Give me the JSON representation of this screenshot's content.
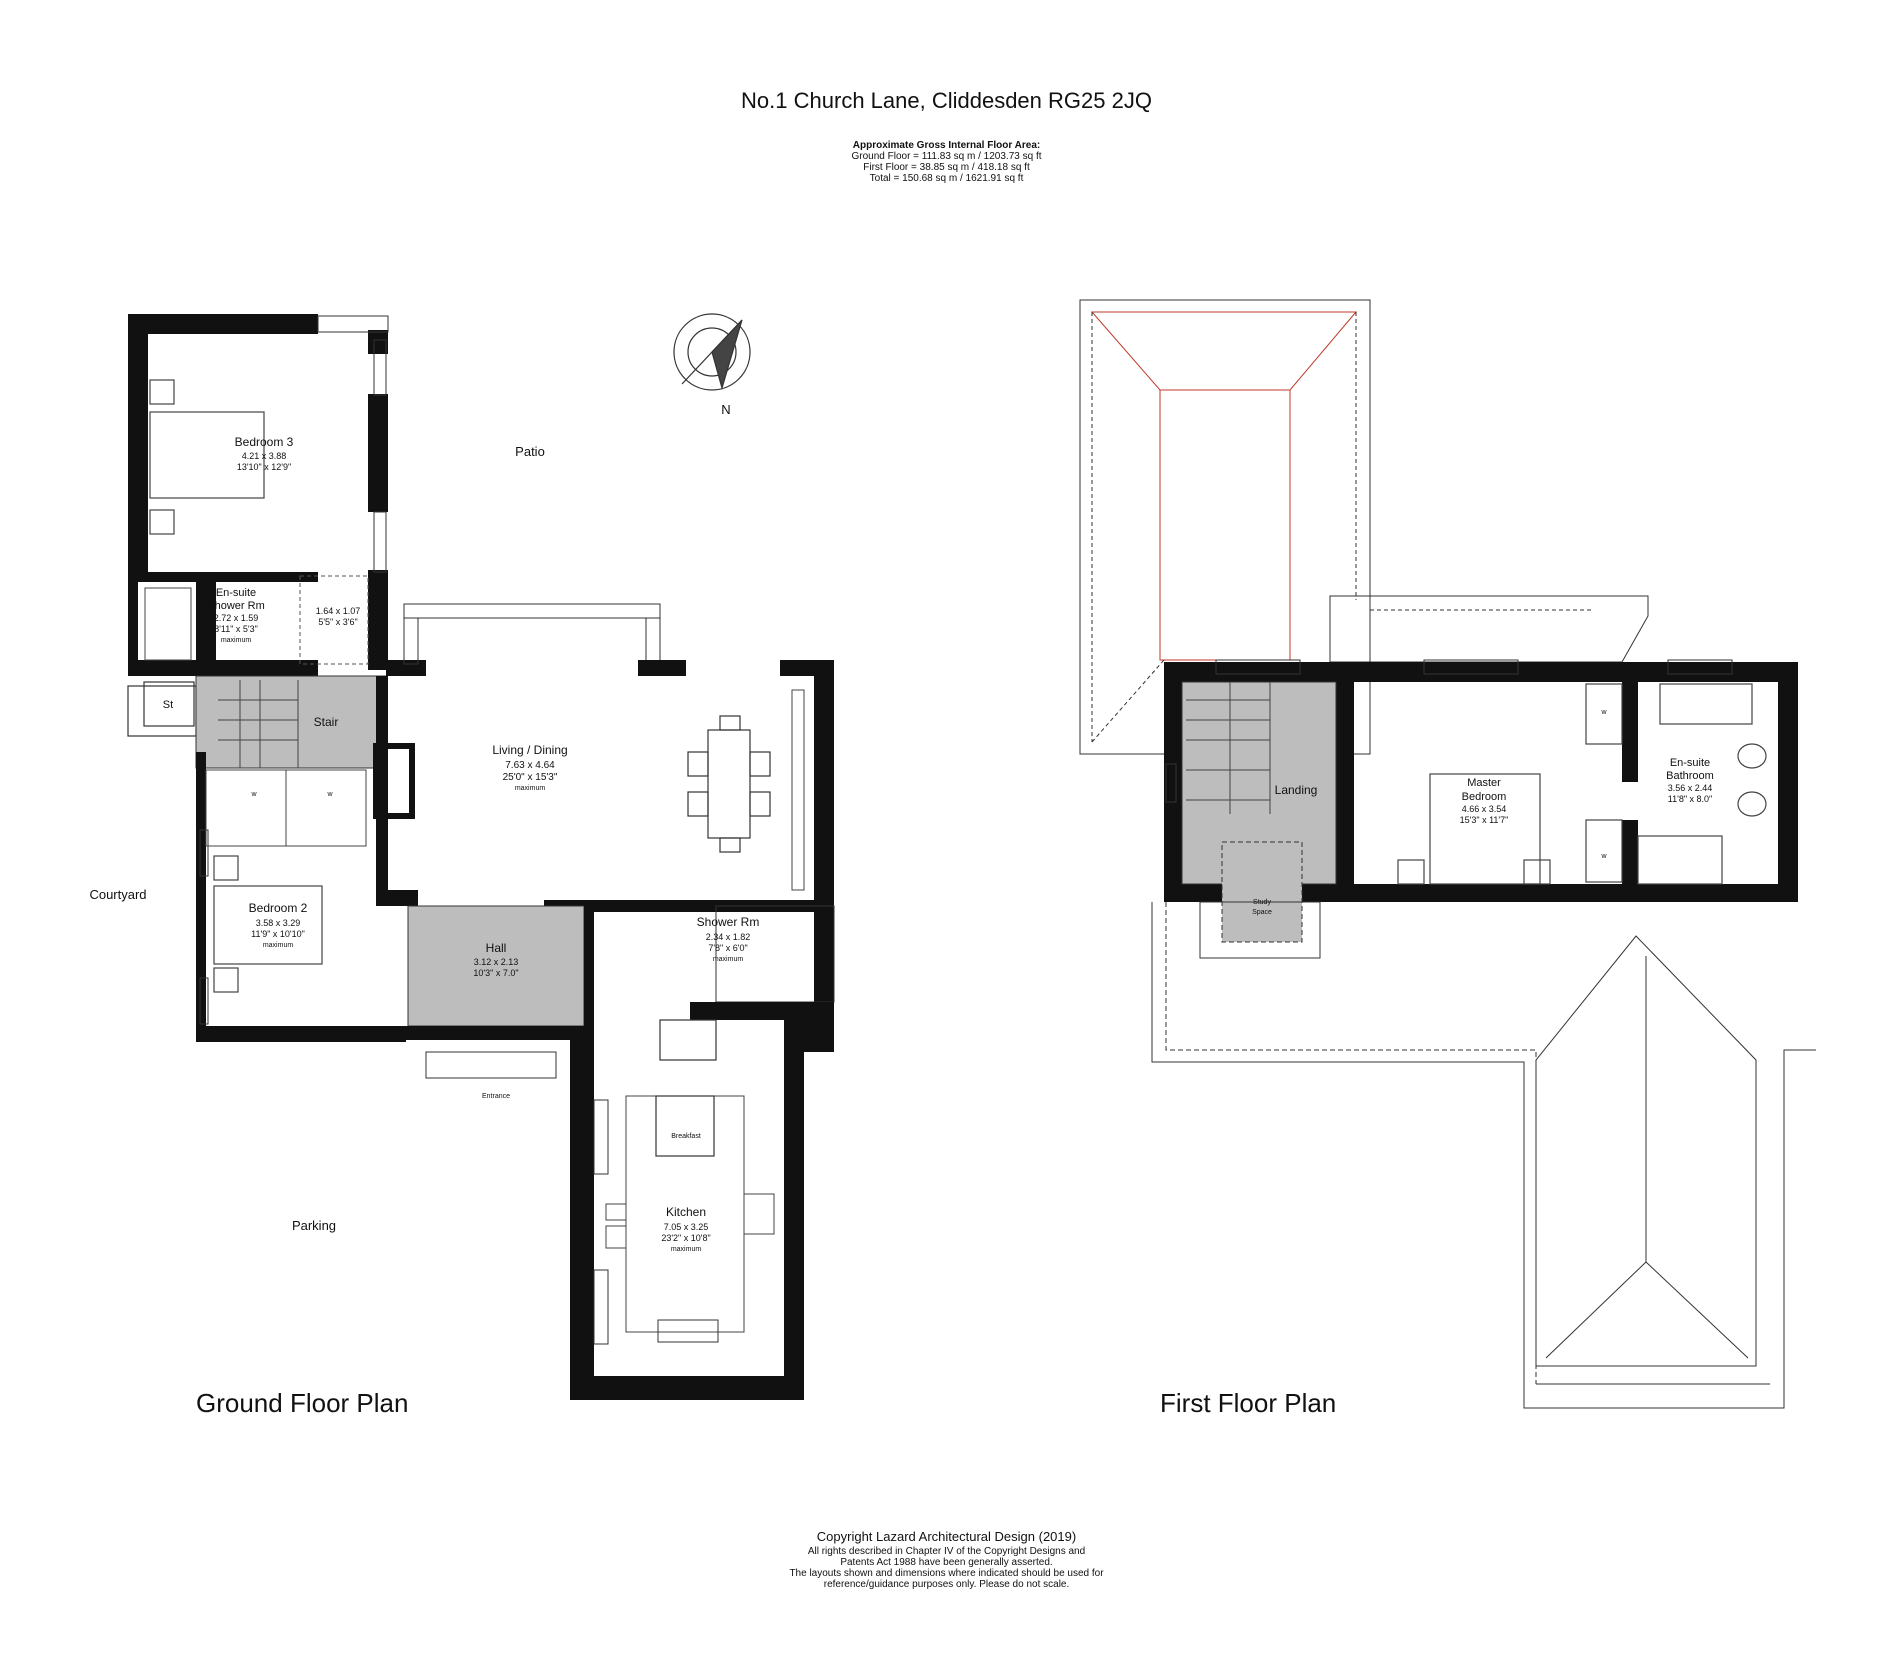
{
  "header": {
    "title": "No.1 Church Lane, Cliddesden RG25 2JQ",
    "area_heading": "Approximate Gross Internal Floor Area:",
    "area_ground": "Ground Floor = 111.83 sq m / 1203.73 sq ft",
    "area_first": "First Floor = 38.85 sq m / 418.18 sq ft",
    "area_total": "Total = 150.68 sq m / 1621.91 sq ft"
  },
  "ground_floor": {
    "plan_title": "Ground Floor Plan",
    "bedroom3": {
      "name": "Bedroom 3",
      "metric": "4.21 x 3.88",
      "imperial": "13'10\" x 12'9\""
    },
    "ensuite_shower": {
      "name1": "En-suite",
      "name2": "Shower Rm",
      "metric": "2.72 x 1.59",
      "imperial": "8'11\" x 5'3\"",
      "note": "maximum"
    },
    "store_small": {
      "metric": "1.64 x 1.07",
      "imperial": "5'5\" x 3'6\""
    },
    "st": "St",
    "stair": "Stair",
    "living": {
      "name": "Living / Dining",
      "metric": "7.63 x 4.64",
      "imperial": "25'0\" x 15'3\"",
      "note": "maximum"
    },
    "bedroom2": {
      "name": "Bedroom 2",
      "metric": "3.58 x 3.29",
      "imperial": "11'9\" x 10'10\"",
      "note": "maximum"
    },
    "hall": {
      "name": "Hall",
      "metric": "3.12 x 2.13",
      "imperial": "10'3\" x 7.0\""
    },
    "shower_rm": {
      "name": "Shower Rm",
      "metric": "2.34 x 1.82",
      "imperial": "7'8\" x 6'0\"",
      "note": "maximum"
    },
    "kitchen": {
      "name": "Kitchen",
      "metric": "7.05 x 3.25",
      "imperial": "23'2\" x 10'8\"",
      "note": "maximum"
    },
    "breakfast": "Breakfast",
    "entrance": "Entrance",
    "wardrobe": "w",
    "patio": "Patio",
    "courtyard": "Courtyard",
    "parking": "Parking",
    "north": "N"
  },
  "first_floor": {
    "plan_title": "First Floor Plan",
    "landing": "Landing",
    "study1": "Study",
    "study2": "Space",
    "master": {
      "name1": "Master",
      "name2": "Bedroom",
      "metric": "4.66 x 3.54",
      "imperial": "15'3\" x 11'7\""
    },
    "ensuite_bath": {
      "name1": "En-suite",
      "name2": "Bathroom",
      "metric": "3.56 x 2.44",
      "imperial": "11'8\" x 8.0\""
    },
    "wardrobe": "w"
  },
  "footer": {
    "copyright": "Copyright Lazard Architectural Design (2019)",
    "line1": "All rights described in Chapter IV of the Copyright Designs and",
    "line2": "Patents Act 1988 have been generally asserted.",
    "line3": "The layouts shown and dimensions where indicated should be used for",
    "line4": "reference/guidance purposes only. Please do not scale."
  },
  "colors": {
    "wall": "#111111",
    "stair_fill": "#bdbdbd",
    "roof_red": "#c0392b"
  }
}
